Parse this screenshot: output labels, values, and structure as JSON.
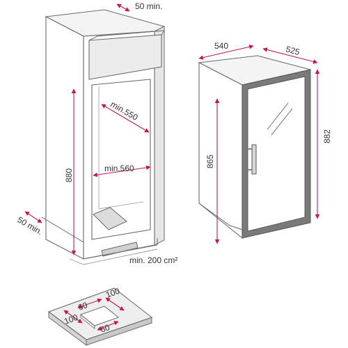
{
  "colors": {
    "outline": "#6a6a6a",
    "dimension": "#c2185b",
    "door_frame": "#7a7a7a",
    "shadow": "#d9d9d9",
    "text": "#333333"
  },
  "niche": {
    "top_clearance": "50 min.",
    "height": "880",
    "depth": "min.550",
    "width": "min.560",
    "rear_clearance": "50 min.",
    "vent_area": "min. 200 cm²"
  },
  "appliance": {
    "width": "540",
    "depth": "525",
    "height_total": "882",
    "height_body": "865"
  },
  "base_plate": {
    "left_offset": "100",
    "front_top": "60",
    "right_offset": "100",
    "front_bottom": "60"
  }
}
